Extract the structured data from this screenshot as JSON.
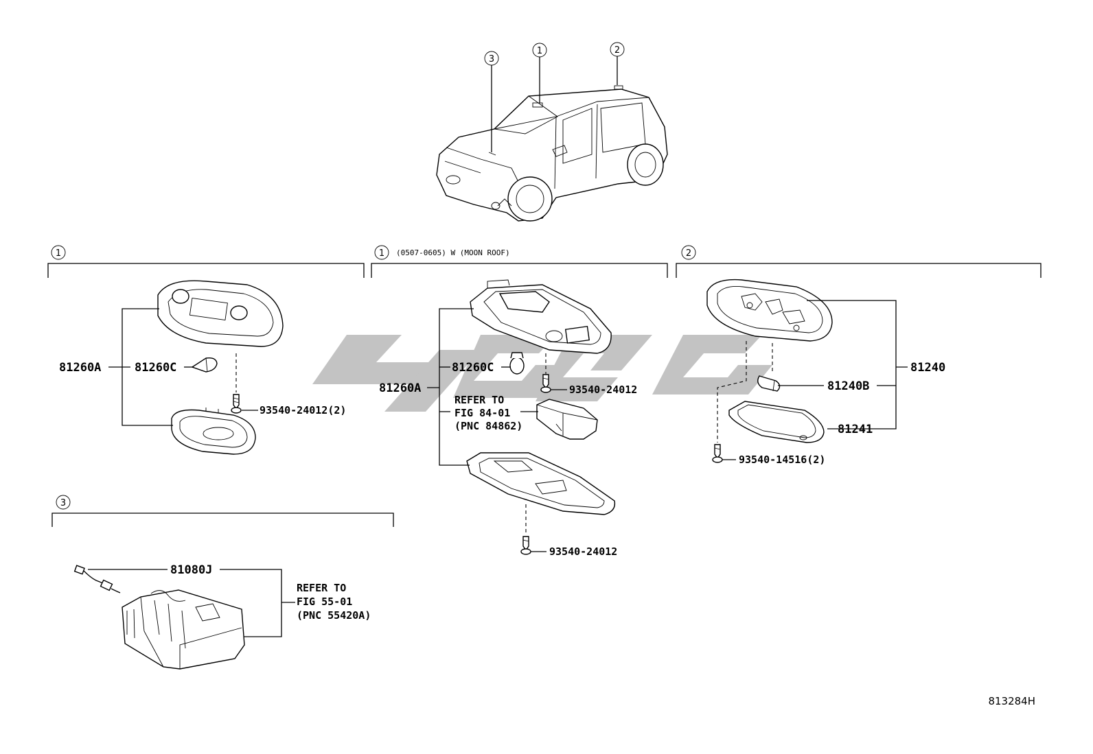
{
  "callouts": {
    "c1": "1",
    "c2": "2",
    "c3": "3"
  },
  "sections": {
    "left_top": {
      "marker": "1"
    },
    "middle": {
      "marker": "1",
      "note": "(0507-0605) W (MOON ROOF)"
    },
    "right": {
      "marker": "2"
    },
    "bottom_left": {
      "marker": "3"
    }
  },
  "parts": {
    "p81260A_left": "81260A",
    "p81260C_left": "81260C",
    "p93540_24012_2": "93540-24012(2)",
    "p81260A_mid": "81260A",
    "p81260C_mid": "81260C",
    "p93540_24012_mid_a": "93540-24012",
    "refer_mid": [
      "REFER TO",
      "FIG 84-01",
      "(PNC 84862)"
    ],
    "p93540_24012_mid_b": "93540-24012",
    "p81240": "81240",
    "p81240B": "81240B",
    "p81241": "81241",
    "p93540_14516_2": "93540-14516(2)",
    "p81080J": "81080J",
    "refer_bottom": [
      "REFER TO",
      "FIG 55-01",
      "(PNC 55420A)"
    ]
  },
  "figure_number": "813284H",
  "colors": {
    "ink": "#000000",
    "watermark": "#bdbdbd",
    "background": "#ffffff"
  }
}
